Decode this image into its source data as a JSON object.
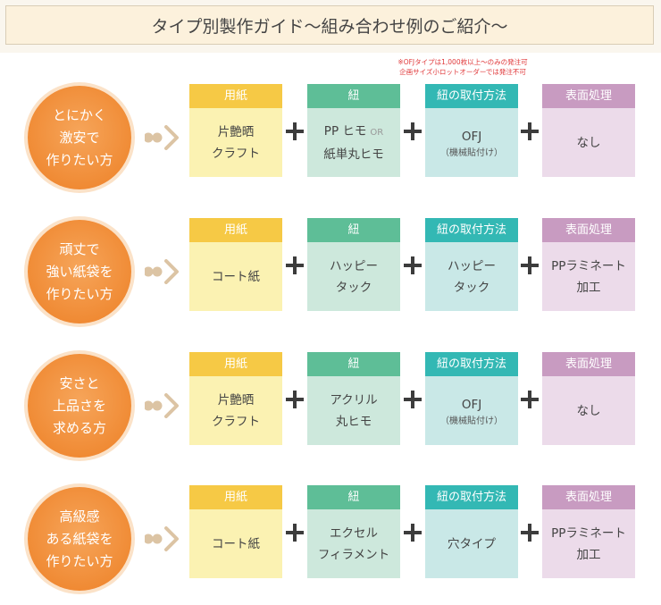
{
  "title": "タイプ別製作ガイド～組み合わせ例のご紹介～",
  "note": [
    "※OFJタイプは1,000枚以上～のみの発注可",
    "企画サイズ小ロットオーダーでは発注不可"
  ],
  "headers": {
    "paper": "用紙",
    "cord": "紐",
    "attach": "紐の取付方法",
    "surface": "表面処理"
  },
  "colors": {
    "circle": "#f08b35",
    "paper_head": "#f6c945",
    "cord_head": "#5ebe97",
    "attach_head": "#33b8b4",
    "surface_head": "#c89bc1"
  },
  "rows": [
    {
      "goal": "とにかく\n激安で\n作りたい方",
      "paper": [
        "片艶晒",
        "クラフト"
      ],
      "cord": [
        "PP ヒモ",
        "紙単丸ヒモ"
      ],
      "cord_or": "OR",
      "attach": [
        "OFJ"
      ],
      "attach_sub": "（機械貼付け）",
      "surface": [
        "なし"
      ]
    },
    {
      "goal": "頑丈で\n強い紙袋を\n作りたい方",
      "paper": [
        "コート紙"
      ],
      "cord": [
        "ハッピー",
        "タック"
      ],
      "attach": [
        "ハッピー",
        "タック"
      ],
      "surface": [
        "PPラミネート",
        "加工"
      ]
    },
    {
      "goal": "安さと\n上品さを\n求める方",
      "paper": [
        "片艶晒",
        "クラフト"
      ],
      "cord": [
        "アクリル",
        "丸ヒモ"
      ],
      "attach": [
        "OFJ"
      ],
      "attach_sub": "（機械貼付け）",
      "surface": [
        "なし"
      ]
    },
    {
      "goal": "高級感\nある紙袋を\n作りたい方",
      "paper": [
        "コート紙"
      ],
      "cord": [
        "エクセル",
        "フィラメント"
      ],
      "attach": [
        "穴タイプ"
      ],
      "surface": [
        "PPラミネート",
        "加工"
      ]
    }
  ]
}
